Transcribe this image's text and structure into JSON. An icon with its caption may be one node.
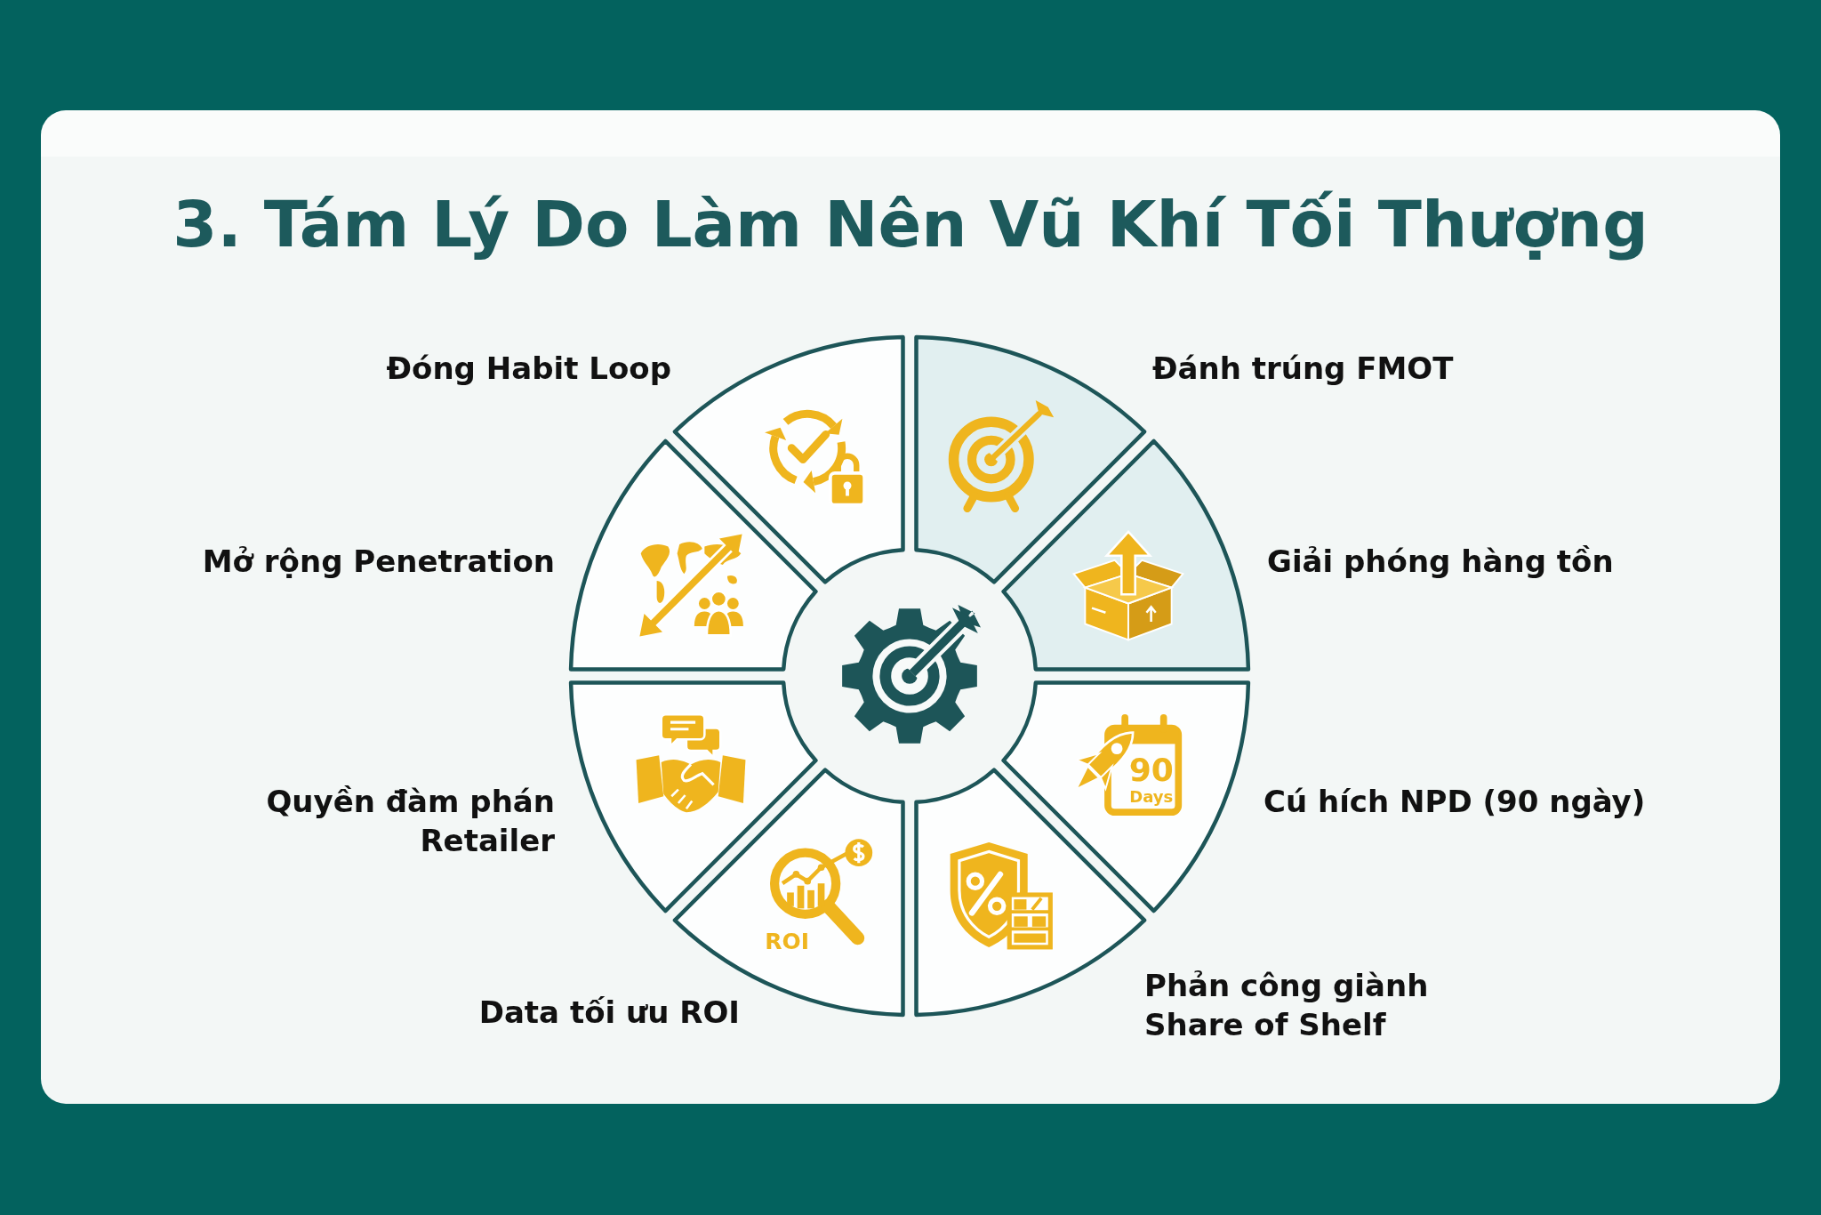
{
  "diagram": {
    "title": "3. Tám Lý Do Làm Nên Vũ Khí Tối Thượng",
    "nodes": [
      {
        "text": [
          "Đánh trúng FMOT"
        ]
      },
      {
        "text": [
          "Giải phóng hàng tồn"
        ]
      },
      {
        "text": [
          "Cú hích NPD (90 ngày)",
          "90",
          "Days"
        ]
      },
      {
        "text": [
          "Phản công giành Share of Shelf"
        ]
      },
      {
        "text": [
          "Data tối ưu ROI",
          "ROI"
        ]
      },
      {
        "text": [
          "Quyền đàm phán Retailer"
        ]
      },
      {
        "text": [
          "Mở rộng Penetration"
        ]
      },
      {
        "text": [
          "Đóng Habit Loop"
        ]
      }
    ]
  }
}
